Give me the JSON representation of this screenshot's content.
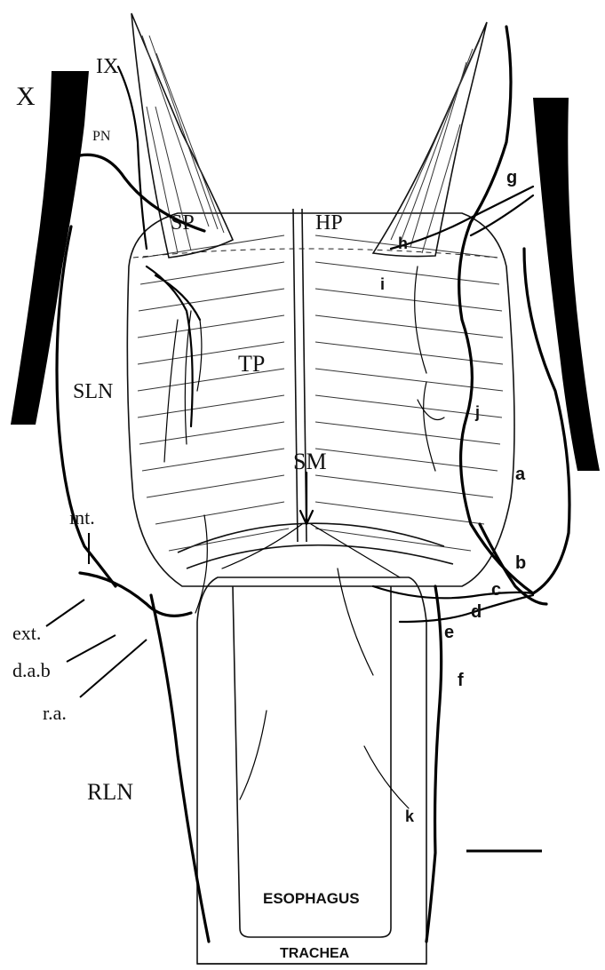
{
  "labels": {
    "vagus": "X",
    "glossopharyngeal": "IX",
    "pharyngeal_nerve": "PN",
    "sp": "SP",
    "hp": "HP",
    "tp": "TP",
    "sm": "SM",
    "sln": "SLN",
    "int": "int.",
    "ext": "ext.",
    "dab": "d.a.b",
    "ra": "r.a.",
    "rln": "RLN",
    "esophagus": "ESOPHAGUS",
    "trachea": "TRACHEA",
    "a": "a",
    "b": "b",
    "c": "c",
    "d": "d",
    "e": "e",
    "f": "f",
    "g": "g",
    "h": "h",
    "i": "i",
    "j": "j",
    "k": "k"
  }
}
